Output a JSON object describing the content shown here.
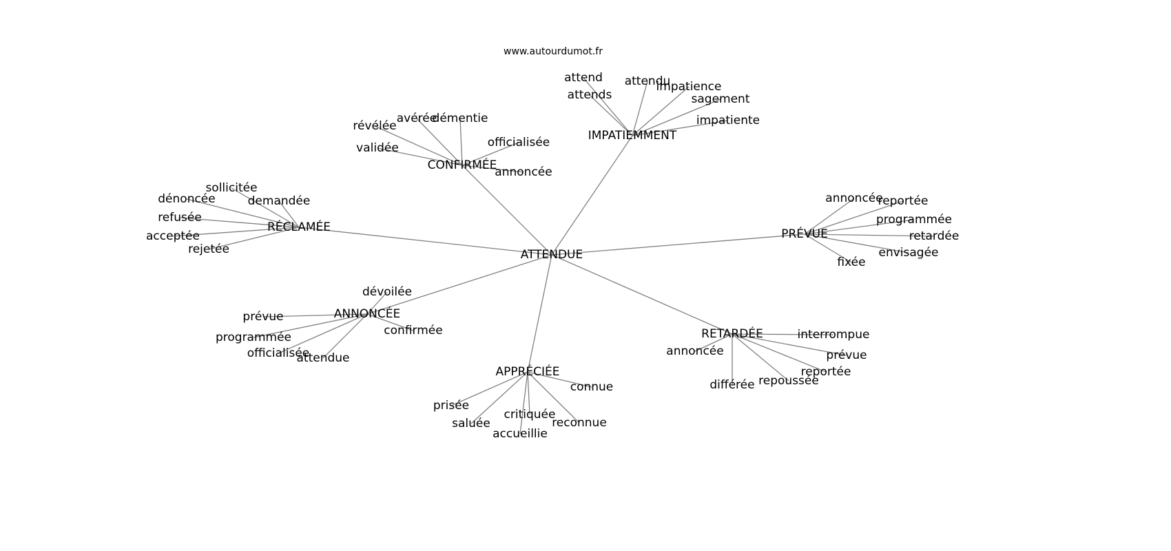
{
  "site_title": "www.autourdumot.fr",
  "colors": {
    "edge": "#808080",
    "text": "#000000",
    "background": "#ffffff"
  },
  "graph": {
    "center": "ATTENDUE",
    "clusters": [
      {
        "hub": "IMPATIEMMENT",
        "leaves": [
          "attend",
          "attends",
          "attendu",
          "impatience",
          "sagement",
          "impatiente"
        ]
      },
      {
        "hub": "CONFIRMÉE",
        "leaves": [
          "révélée",
          "avérée",
          "démentie",
          "officialisée",
          "validée",
          "annoncée"
        ]
      },
      {
        "hub": "RÉCLAMÉE",
        "leaves": [
          "sollicitée",
          "dénoncée",
          "demandée",
          "refusée",
          "acceptée",
          "rejetée"
        ]
      },
      {
        "hub": "PRÉVUE",
        "leaves": [
          "annoncée",
          "reportée",
          "programmée",
          "retardée",
          "envisagée",
          "fixée"
        ]
      },
      {
        "hub": "ANNONCÉE",
        "leaves": [
          "dévoilée",
          "prévue",
          "programmée",
          "officialisée",
          "attendue",
          "confirmée"
        ]
      },
      {
        "hub": "RETARDÉE",
        "leaves": [
          "interrompue",
          "annoncée",
          "prévue",
          "reportée",
          "repoussée",
          "différée"
        ]
      },
      {
        "hub": "APPRÉCIÉE",
        "leaves": [
          "connue",
          "prisée",
          "saluée",
          "critiquée",
          "reconnue",
          "accueillie"
        ]
      }
    ]
  }
}
